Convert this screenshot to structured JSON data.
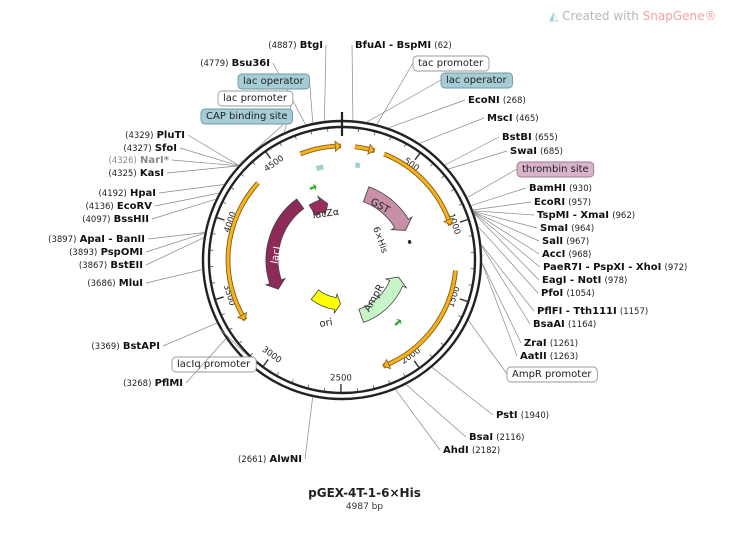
{
  "branding": {
    "text": "Created with",
    "brand": "SnapGene",
    "mark": "®",
    "icon": "snapgene-logo-icon"
  },
  "plasmid": {
    "name": "pGEX-4T-1-6×His",
    "length_text": "4987 bp",
    "length": 4987
  },
  "colors": {
    "backbone": "#222222",
    "arrow_fill": "#f4b41a",
    "arrow_edge": "#8a5a1a",
    "gst": "#c78fa8",
    "lac_z": "#9b2d5e",
    "lac_i": "#8e2a5a",
    "amp_r": "#c8f5c8",
    "ori": "#ffff00",
    "promoter_green": "#3da63d",
    "operator_fill": "#a6ccd6",
    "thrombin_fill": "#d9b3c9",
    "label_line": "#888888"
  },
  "ticks": [
    {
      "pos": 500,
      "label": "500"
    },
    {
      "pos": 1000,
      "label": "1000"
    },
    {
      "pos": 1500,
      "label": "1500"
    },
    {
      "pos": 2000,
      "label": "2000"
    },
    {
      "pos": 2500,
      "label": "2500"
    },
    {
      "pos": 3000,
      "label": "3000"
    },
    {
      "pos": 3500,
      "label": "3500"
    },
    {
      "pos": 4000,
      "label": "4000"
    },
    {
      "pos": 4500,
      "label": "4500"
    }
  ],
  "sites": [
    {
      "name": "BtgI",
      "pos_text": "(4887)",
      "pos": 4887,
      "side": "left"
    },
    {
      "name": "BfuAI - BspMI",
      "pos_text": "(62)",
      "pos": 62,
      "side": "right"
    },
    {
      "name": "Bsu36I",
      "pos_text": "(4779)",
      "pos": 4779,
      "side": "left"
    },
    {
      "name": "EcoNI",
      "pos_text": "(268)",
      "pos": 268,
      "side": "right"
    },
    {
      "name": "MscI",
      "pos_text": "(465)",
      "pos": 465,
      "side": "right"
    },
    {
      "name": "BstBI",
      "pos_text": "(655)",
      "pos": 655,
      "side": "right"
    },
    {
      "name": "SwaI",
      "pos_text": "(685)",
      "pos": 685,
      "side": "right"
    },
    {
      "name": "PluTI",
      "pos_text": "(4329)",
      "pos": 4329,
      "side": "left"
    },
    {
      "name": "SfoI",
      "pos_text": "(4327)",
      "pos": 4327,
      "side": "left"
    },
    {
      "name": "NarI*",
      "pos_text": "(4326)",
      "pos": 4326,
      "side": "left",
      "muted": true
    },
    {
      "name": "KasI",
      "pos_text": "(4325)",
      "pos": 4325,
      "side": "left"
    },
    {
      "name": "BamHI",
      "pos_text": "(930)",
      "pos": 930,
      "side": "right"
    },
    {
      "name": "EcoRI",
      "pos_text": "(957)",
      "pos": 957,
      "side": "right"
    },
    {
      "name": "TspMI - XmaI",
      "pos_text": "(962)",
      "pos": 962,
      "side": "right"
    },
    {
      "name": "SmaI",
      "pos_text": "(964)",
      "pos": 964,
      "side": "right"
    },
    {
      "name": "SalI",
      "pos_text": "(967)",
      "pos": 967,
      "side": "right"
    },
    {
      "name": "AccI",
      "pos_text": "(968)",
      "pos": 968,
      "side": "right"
    },
    {
      "name": "PaeR7I - PspXI - XhoI",
      "pos_text": "(972)",
      "pos": 972,
      "side": "right"
    },
    {
      "name": "EagI - NotI",
      "pos_text": "(978)",
      "pos": 978,
      "side": "right"
    },
    {
      "name": "PfoI",
      "pos_text": "(1054)",
      "pos": 1054,
      "side": "right"
    },
    {
      "name": "HpaI",
      "pos_text": "(4192)",
      "pos": 4192,
      "side": "left"
    },
    {
      "name": "EcoRV",
      "pos_text": "(4136)",
      "pos": 4136,
      "side": "left"
    },
    {
      "name": "BssHII",
      "pos_text": "(4097)",
      "pos": 4097,
      "side": "left"
    },
    {
      "name": "ApaI - BanII",
      "pos_text": "(3897)",
      "pos": 3897,
      "side": "left"
    },
    {
      "name": "PspOMI",
      "pos_text": "(3893)",
      "pos": 3893,
      "side": "left"
    },
    {
      "name": "BstEII",
      "pos_text": "(3867)",
      "pos": 3867,
      "side": "left"
    },
    {
      "name": "MluI",
      "pos_text": "(3686)",
      "pos": 3686,
      "side": "left"
    },
    {
      "name": "PflFI - Tth111I",
      "pos_text": "(1157)",
      "pos": 1157,
      "side": "right"
    },
    {
      "name": "BsaAI",
      "pos_text": "(1164)",
      "pos": 1164,
      "side": "right"
    },
    {
      "name": "BstAPI",
      "pos_text": "(3369)",
      "pos": 3369,
      "side": "left"
    },
    {
      "name": "ZraI",
      "pos_text": "(1261)",
      "pos": 1261,
      "side": "right"
    },
    {
      "name": "AatII",
      "pos_text": "(1263)",
      "pos": 1263,
      "side": "right"
    },
    {
      "name": "PflMI",
      "pos_text": "(3268)",
      "pos": 3268,
      "side": "left"
    },
    {
      "name": "PstI",
      "pos_text": "(1940)",
      "pos": 1940,
      "side": "right"
    },
    {
      "name": "BsaI",
      "pos_text": "(2116)",
      "pos": 2116,
      "side": "right"
    },
    {
      "name": "AhdI",
      "pos_text": "(2182)",
      "pos": 2182,
      "side": "right"
    },
    {
      "name": "AlwNI",
      "pos_text": "(2661)",
      "pos": 2661,
      "side": "left"
    }
  ],
  "boxed_labels": [
    {
      "text": "tac promoter",
      "style": "promoter"
    },
    {
      "text": "lac operator",
      "style": "operator"
    },
    {
      "text": "lac operator",
      "style": "operator"
    },
    {
      "text": "lac promoter",
      "style": "promoter"
    },
    {
      "text": "CAP binding site",
      "style": "operator"
    },
    {
      "text": "thrombin site",
      "style": "thrombin"
    },
    {
      "text": "AmpR promoter",
      "style": "promoter"
    },
    {
      "text": "lacIq promoter",
      "style": "promoter"
    }
  ],
  "features": [
    {
      "name": "GST",
      "label": "GST",
      "start": 260,
      "end": 910,
      "type": "gst"
    },
    {
      "name": "6xHis",
      "label": "6×His",
      "start": 935,
      "end": 960,
      "type": "his"
    },
    {
      "name": "AmpR",
      "label": "AmpR",
      "start": 1400,
      "end": 2260,
      "type": "ampr"
    },
    {
      "name": "ori",
      "label": "ori",
      "start": 2450,
      "end": 3050,
      "type": "ori"
    },
    {
      "name": "lacI",
      "label": "lacI",
      "start": 3320,
      "end": 4400,
      "type": "laci"
    },
    {
      "name": "lacZa",
      "label": "lacZα",
      "start": 4530,
      "end": 4800,
      "type": "lacz"
    }
  ]
}
